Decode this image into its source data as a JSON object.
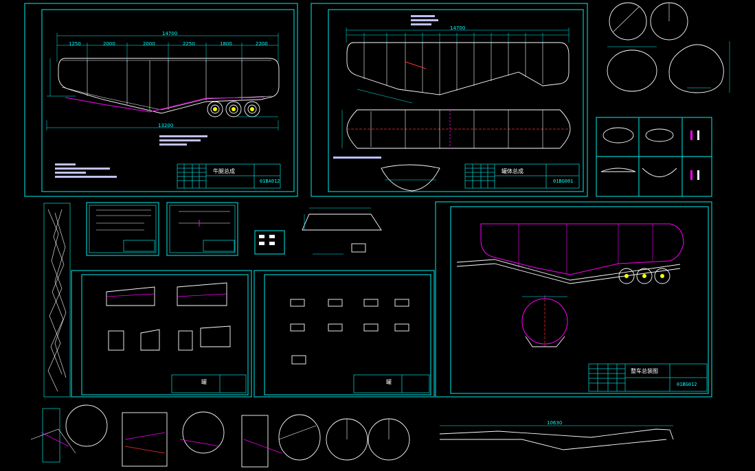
{
  "colors": {
    "background": "#000000",
    "frame": "#00c8c8",
    "drawing": "#ffffff",
    "dimension": "#00ffff",
    "highlight": "#ff00ff",
    "accent": "#ff3030",
    "note": "#c0c0ff"
  },
  "sheets": {
    "tank_side_view": {
      "total_length": "14700",
      "bottom_length": "13200",
      "segments": [
        "1250",
        "2000",
        "2000",
        "2250",
        "1800",
        "2200"
      ],
      "note_lines": [
        "1.罐体材质, 钢板厚度",
        "2.焊缝高度",
        "3.焊缝..."
      ],
      "title": "牛腿总成",
      "code": "01BA012"
    },
    "tank_plan_view": {
      "total_length": "14700",
      "title": "罐体总成",
      "code": "01BG001"
    },
    "assembly_view": {
      "title": "整车总装图",
      "code": "01BG012"
    },
    "sheet_parts_a": {
      "title": "罐",
      "code": "..."
    },
    "sheet_parts_b": {
      "title": "罐",
      "code": "..."
    },
    "bottom_profile": {
      "length": "10630"
    }
  }
}
